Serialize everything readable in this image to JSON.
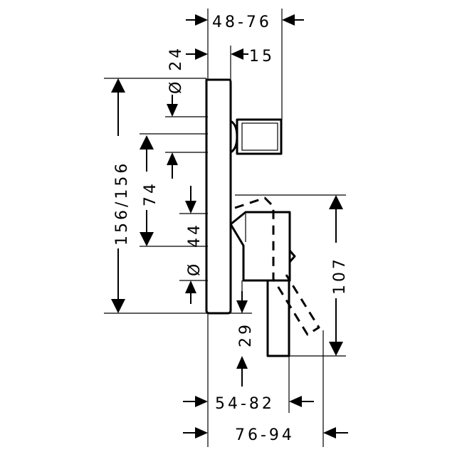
{
  "dimensions": {
    "depth_top": "48-76",
    "diameter_top": "Ø 24",
    "offset_15": "15",
    "height_total": "156/156",
    "spacing_74": "74",
    "spacing_44": "44",
    "diameter_lower": "Ø",
    "drop_29": "29",
    "height_107": "107",
    "depth_54_82": "54-82",
    "depth_76_94": "76-94"
  },
  "colors": {
    "line": "#000000",
    "background": "#ffffff"
  }
}
